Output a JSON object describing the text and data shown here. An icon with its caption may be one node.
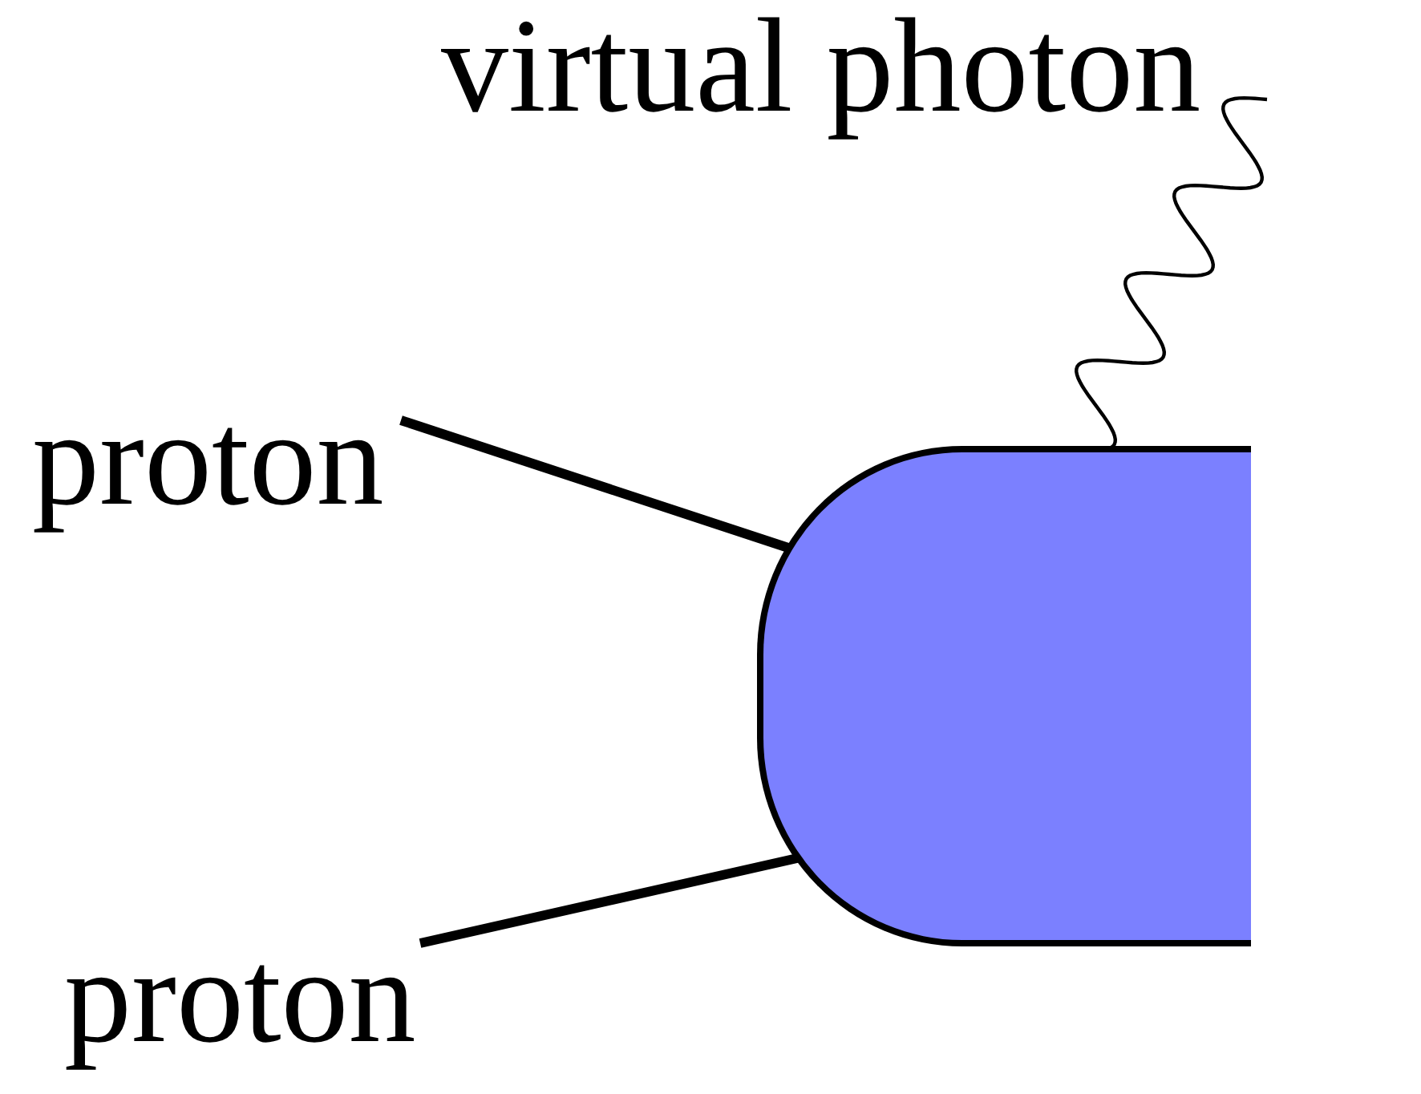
{
  "diagram": {
    "nodes": [
      {
        "text": [
          "proton"
        ]
      },
      {
        "text": [
          "proton"
        ]
      },
      {
        "text": [],
        "shape": "box"
      },
      {
        "text": [
          "virtual photon"
        ]
      }
    ],
    "edges": [
      {
        "from": 0,
        "to": 2,
        "arrow": "none"
      },
      {
        "from": 1,
        "to": 2,
        "arrow": "none"
      },
      {
        "from": 2,
        "to": 3,
        "arrow": "none"
      }
    ]
  }
}
